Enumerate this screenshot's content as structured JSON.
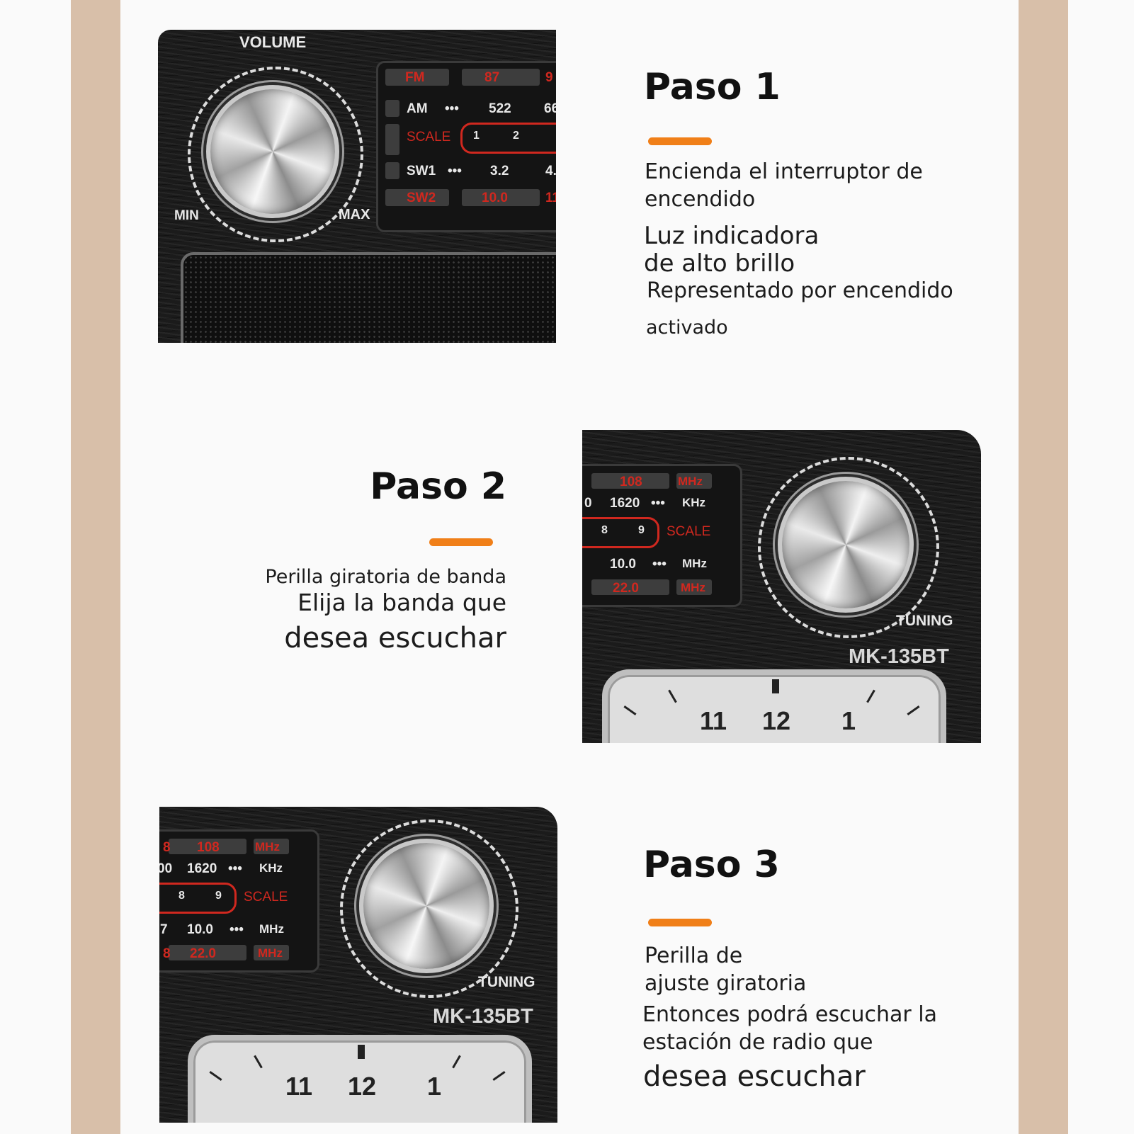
{
  "steps": [
    {
      "title": "Paso 1",
      "lines": [
        "Encienda el interruptor de",
        "encendido",
        "Luz indicadora",
        "de alto brillo",
        "Representado por encendido",
        "activado"
      ]
    },
    {
      "title": "Paso 2",
      "lines": [
        "Perilla giratoria de banda",
        "Elija la banda que",
        "desea escuchar"
      ]
    },
    {
      "title": "Paso 3",
      "lines": [
        "Perilla de",
        "ajuste giratoria",
        "Entonces podrá escuchar la",
        "estación de radio que",
        "desea escuchar"
      ]
    }
  ],
  "radio": {
    "volume_label": "VOLUME",
    "min_label": "MIN",
    "max_label": "MAX",
    "tuning_label": "TUNING",
    "model": "MK-135BT",
    "clock_numbers": [
      "11",
      "12",
      "1"
    ],
    "panel1_rows": [
      [
        "FM",
        "87",
        "9"
      ],
      [
        "AM",
        "•••",
        "522",
        "66"
      ],
      [
        "SCALE",
        "1",
        "2"
      ],
      [
        "SW1",
        "•••",
        "3.2",
        "4."
      ],
      [
        "SW2",
        "10.0",
        "11"
      ]
    ],
    "panel2_rows": [
      [
        "108",
        "MHz"
      ],
      [
        "0",
        "1620",
        "•••",
        "KHz"
      ],
      [
        "8",
        "9",
        "SCALE"
      ],
      [
        "10.0",
        "•••",
        "MHz"
      ],
      [
        "22.0",
        "MHz"
      ]
    ],
    "panel3_rows": [
      [
        "8",
        "108",
        "MHz"
      ],
      [
        "00",
        "1620",
        "•••",
        "KHz"
      ],
      [
        "8",
        "9",
        "SCALE"
      ],
      [
        "7",
        "10.0",
        "•••",
        "MHz"
      ],
      [
        "8",
        "22.0",
        "MHz"
      ]
    ]
  },
  "colors": {
    "accent": "#f07f18",
    "side_stripe": "#d8bfa9",
    "panel": "#1b1b1b",
    "dial_red": "#d0281f"
  }
}
